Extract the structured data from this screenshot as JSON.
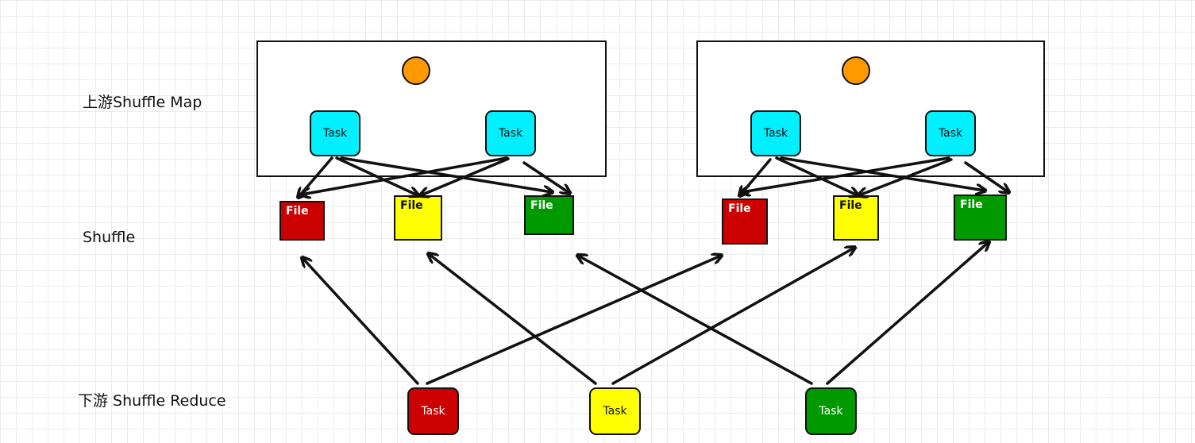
{
  "labels": {
    "upstream": "上游Shuffle Map",
    "shuffle": "Shuffle",
    "downstream": "下游 Shuffle Reduce"
  },
  "task_label": "Task",
  "file_label": "File",
  "colors": {
    "cyan": "#00f0ff",
    "red": "#cc0000",
    "yellow": "#ffff00",
    "green": "#009900",
    "orange": "#ff9900"
  }
}
